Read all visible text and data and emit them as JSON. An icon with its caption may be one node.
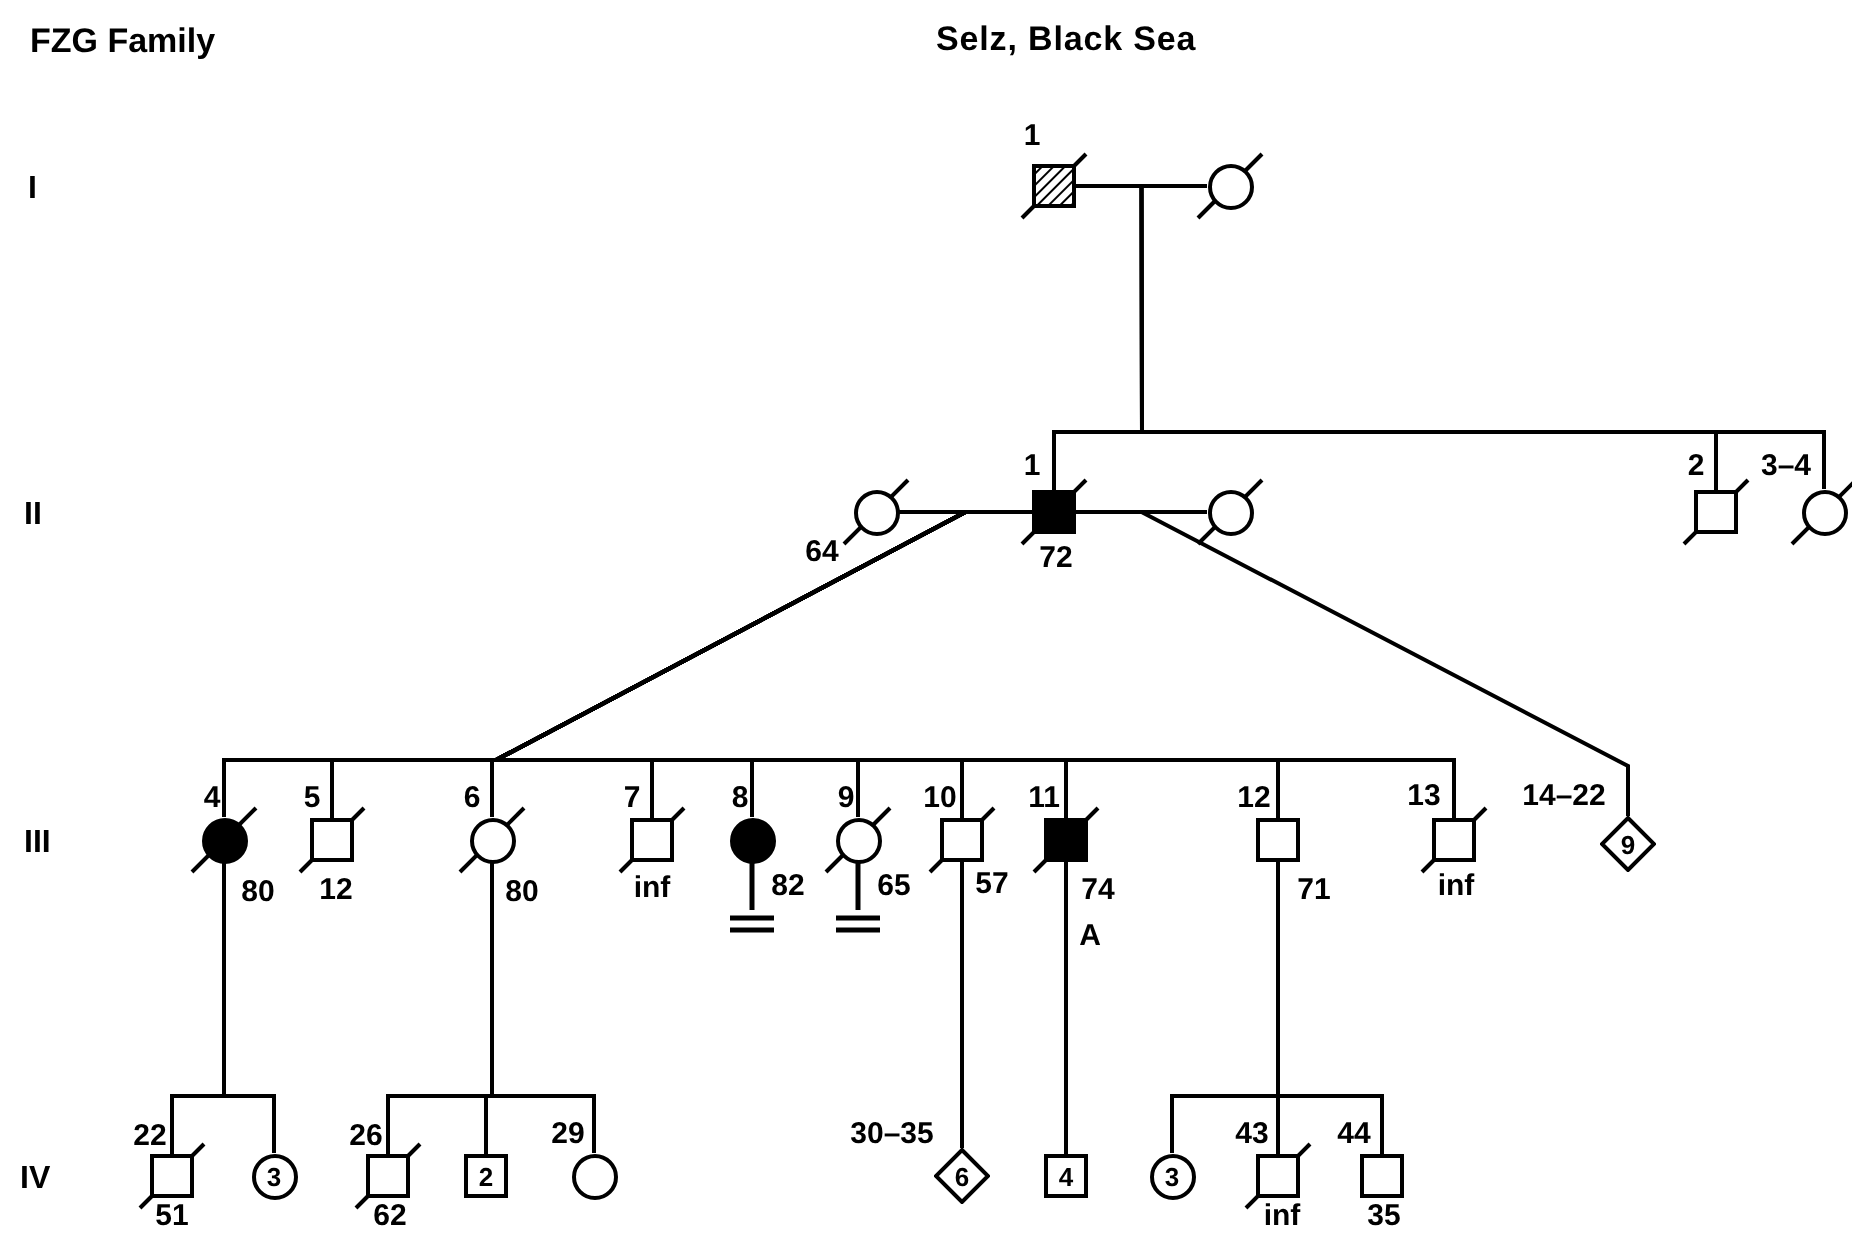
{
  "diagram": {
    "title": "Selz, Black Sea",
    "nodes": [
      {
        "text": [],
        "shape": "box",
        "beside": [
          "1"
        ]
      },
      {
        "text": [],
        "shape": "circle"
      },
      {
        "text": [],
        "shape": "circle",
        "beside": [
          "64"
        ]
      },
      {
        "text": [],
        "shape": "box",
        "beside": [
          "1",
          "72"
        ]
      },
      {
        "text": [],
        "shape": "circle"
      },
      {
        "text": [],
        "shape": "box",
        "beside": [
          "2"
        ]
      },
      {
        "text": [],
        "shape": "circle",
        "beside": [
          "3–4"
        ]
      },
      {
        "text": [],
        "shape": "circle",
        "beside": [
          "4",
          "80"
        ]
      },
      {
        "text": [],
        "shape": "box",
        "beside": [
          "5",
          "12"
        ]
      },
      {
        "text": [],
        "shape": "circle",
        "beside": [
          "6",
          "80"
        ]
      },
      {
        "text": [],
        "shape": "box",
        "beside": [
          "7",
          "inf"
        ]
      },
      {
        "text": [],
        "shape": "circle",
        "beside": [
          "8",
          "82"
        ]
      },
      {
        "text": [],
        "shape": "circle",
        "beside": [
          "9",
          "65"
        ]
      },
      {
        "text": [],
        "shape": "box",
        "beside": [
          "10",
          "57"
        ]
      },
      {
        "text": [],
        "shape": "box",
        "beside": [
          "11",
          "74",
          "A"
        ]
      },
      {
        "text": [],
        "shape": "box",
        "beside": [
          "12",
          "71"
        ]
      },
      {
        "text": [],
        "shape": "box",
        "beside": [
          "13",
          "inf"
        ]
      },
      {
        "text": [
          "9"
        ],
        "beside": [
          "14–22"
        ]
      },
      {
        "text": [],
        "shape": "box",
        "beside": [
          "22",
          "51"
        ]
      },
      {
        "text": [
          "3"
        ]
      },
      {
        "text": [],
        "shape": "box",
        "beside": [
          "26",
          "62"
        ]
      },
      {
        "text": [
          "2"
        ]
      },
      {
        "text": [],
        "shape": "circle",
        "beside": [
          "29"
        ]
      },
      {
        "text": [
          "6"
        ],
        "beside": [
          "30–35"
        ]
      },
      {
        "text": [
          "4"
        ]
      },
      {
        "text": [
          "3"
        ]
      },
      {
        "text": [],
        "shape": "box",
        "beside": [
          "43",
          "inf"
        ]
      },
      {
        "text": [],
        "shape": "box",
        "beside": [
          "44",
          "35"
        ]
      }
    ],
    "edges": [
      {
        "from": 0,
        "to": 1,
        "arrow": "none"
      },
      {
        "from": 1,
        "to": 3,
        "arrow": "none"
      },
      {
        "from": 1,
        "to": 5,
        "arrow": "none"
      },
      {
        "from": 1,
        "to": 6,
        "arrow": "none"
      },
      {
        "from": 2,
        "to": 3,
        "arrow": "none"
      },
      {
        "from": 3,
        "to": 4,
        "arrow": "none"
      },
      {
        "from": 2,
        "to": 7,
        "arrow": "none"
      },
      {
        "from": 2,
        "to": 8,
        "arrow": "none"
      },
      {
        "from": 2,
        "to": 9,
        "arrow": "none"
      },
      {
        "from": 2,
        "to": 10,
        "arrow": "none"
      },
      {
        "from": 2,
        "to": 11,
        "arrow": "none"
      },
      {
        "from": 2,
        "to": 12,
        "arrow": "none"
      },
      {
        "from": 2,
        "to": 13,
        "arrow": "none"
      },
      {
        "from": 2,
        "to": 14,
        "arrow": "none"
      },
      {
        "from": 2,
        "to": 15,
        "arrow": "none"
      },
      {
        "from": 2,
        "to": 16,
        "arrow": "none"
      },
      {
        "from": 4,
        "to": 17,
        "arrow": "none"
      },
      {
        "from": 7,
        "to": 18,
        "arrow": "none"
      },
      {
        "from": 7,
        "to": 19,
        "arrow": "none"
      },
      {
        "from": 9,
        "to": 20,
        "arrow": "none"
      },
      {
        "from": 9,
        "to": 21,
        "arrow": "none"
      },
      {
        "from": 9,
        "to": 22,
        "arrow": "none"
      },
      {
        "from": 13,
        "to": 23,
        "arrow": "none"
      },
      {
        "from": 14,
        "to": 24,
        "arrow": "none"
      },
      {
        "from": 15,
        "to": 25,
        "arrow": "none"
      },
      {
        "from": 15,
        "to": 26,
        "arrow": "none"
      },
      {
        "from": 15,
        "to": 27,
        "arrow": "none"
      }
    ],
    "labels": [
      "FZG Family",
      "I",
      "II",
      "III",
      "IV"
    ]
  }
}
